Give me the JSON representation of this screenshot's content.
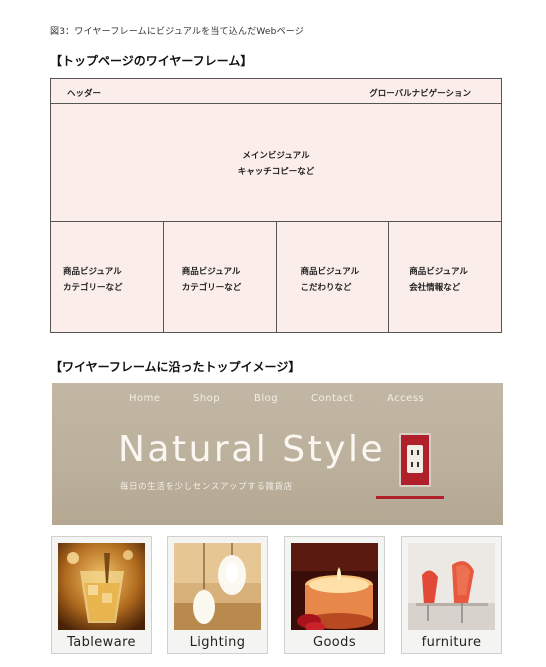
{
  "caption": "図3：ワイヤーフレームにビジュアルを当て込んだWebページ",
  "wireframe": {
    "title": "【トップページのワイヤーフレーム】",
    "header_left": "ヘッダー",
    "header_right": "グローバルナビゲーション",
    "main_line1": "メインビジュアル",
    "main_line2": "キャッチコピーなど",
    "cells": [
      {
        "line1": "商品ビジュアル",
        "line2": "カテゴリーなど"
      },
      {
        "line1": "商品ビジュアル",
        "line2": "カテゴリーなど"
      },
      {
        "line1": "商品ビジュアル",
        "line2": "こだわりなど"
      },
      {
        "line1": "商品ビジュアル",
        "line2": "会社情報など"
      }
    ]
  },
  "mockup": {
    "title": "【ワイヤーフレームに沿ったトップイメージ】",
    "nav": [
      "Home",
      "Shop",
      "Blog",
      "Contact",
      "Access"
    ],
    "brand": "Natural Style",
    "tagline": "毎日の生活を少しセンスアップする雑貨店",
    "thumbnails": [
      {
        "label": "Tableware",
        "icon": "glass-photo"
      },
      {
        "label": "Lighting",
        "icon": "lamp-photo"
      },
      {
        "label": "Goods",
        "icon": "candle-photo"
      },
      {
        "label": "furniture",
        "icon": "chair-photo"
      }
    ]
  },
  "colors": {
    "wireframe_fill": "#fbeeea",
    "hero_bg": "#bbb09c",
    "accent_red": "#b0202a"
  }
}
